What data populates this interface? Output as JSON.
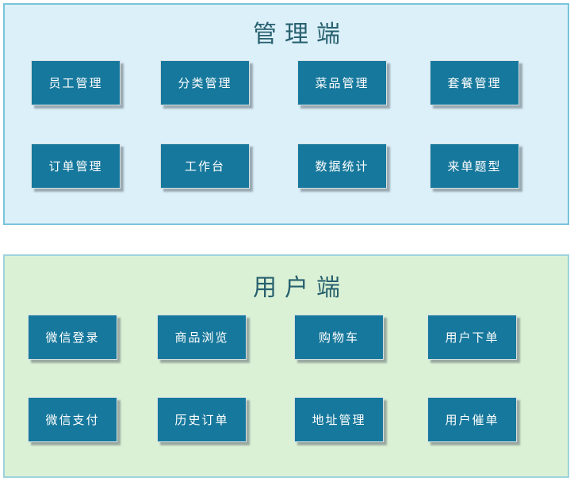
{
  "diagram": {
    "panels": [
      {
        "id": "admin",
        "title": "管理端",
        "background": "#dcf0fa",
        "border_color": "#79c4dc",
        "rows": [
          [
            "员工管理",
            "分类管理",
            "菜品管理",
            "套餐管理"
          ],
          [
            "订单管理",
            "工作台",
            "数据统计",
            "来单题型"
          ]
        ]
      },
      {
        "id": "user",
        "title": "用户端",
        "background": "#dbf1d5",
        "border_color": "#9dd3dc",
        "rows": [
          [
            "微信登录",
            "商品浏览",
            "购物车",
            "用户下单"
          ],
          [
            "微信支付",
            "历史订单",
            "地址管理",
            "用户催单"
          ]
        ]
      }
    ],
    "node_style": {
      "fill": "#16789c",
      "border": "#d4e0e3",
      "text_color": "#ffffff"
    },
    "title_color": "#27606e"
  }
}
